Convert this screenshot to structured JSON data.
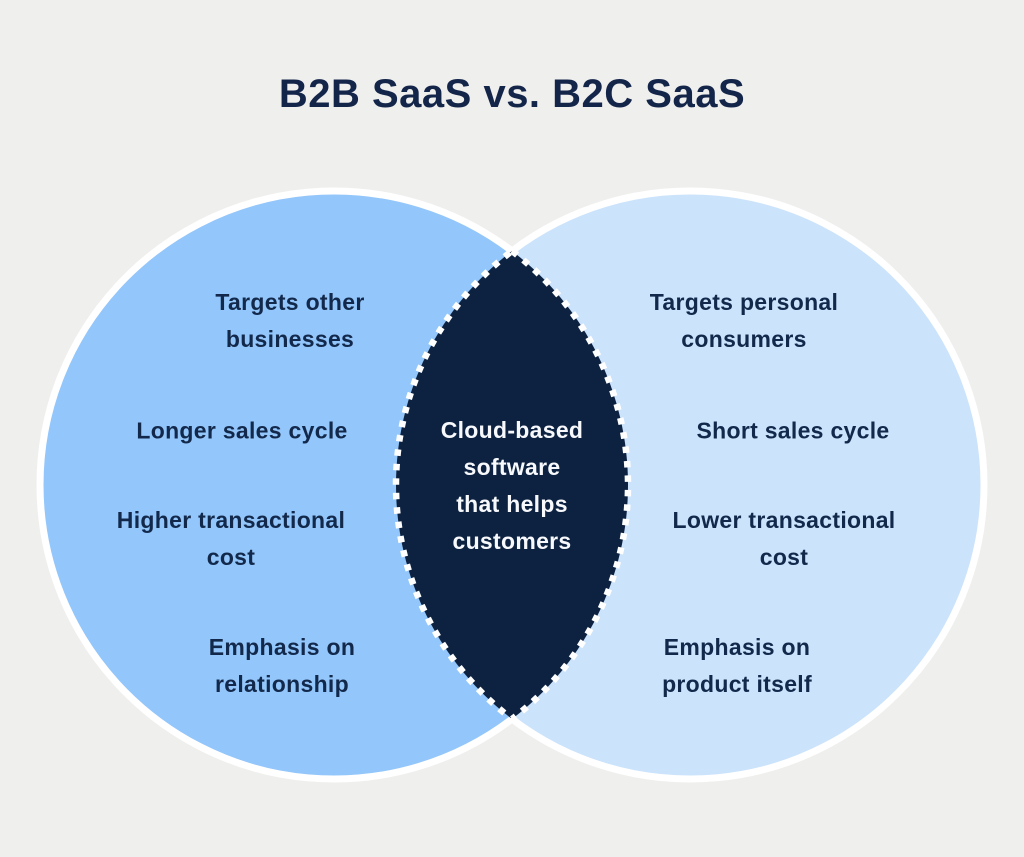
{
  "title": "B2B SaaS vs. B2C SaaS",
  "colors": {
    "background": "#efefee",
    "left_circle_fill": "#93c6fb",
    "right_circle_fill": "#cbe3fb",
    "circle_outline": "#ffffff",
    "overlap_fill": "#0d2240",
    "overlap_dash": "#ffffff",
    "title_text": "#14254a",
    "body_text": "#13294b",
    "center_text": "#f7f9fc"
  },
  "venn": {
    "left_circle_name": "B2B SaaS",
    "right_circle_name": "B2C SaaS",
    "left_items": [
      [
        "Targets other",
        "businesses"
      ],
      [
        "Longer sales cycle"
      ],
      [
        "Higher transactional",
        "cost"
      ],
      [
        "Emphasis on",
        "relationship"
      ]
    ],
    "right_items": [
      [
        "Targets personal",
        "consumers"
      ],
      [
        "Short sales cycle"
      ],
      [
        "Lower transactional",
        "cost"
      ],
      [
        "Emphasis on",
        "product itself"
      ]
    ],
    "center": [
      "Cloud-based",
      "software",
      "that helps",
      "customers"
    ]
  }
}
